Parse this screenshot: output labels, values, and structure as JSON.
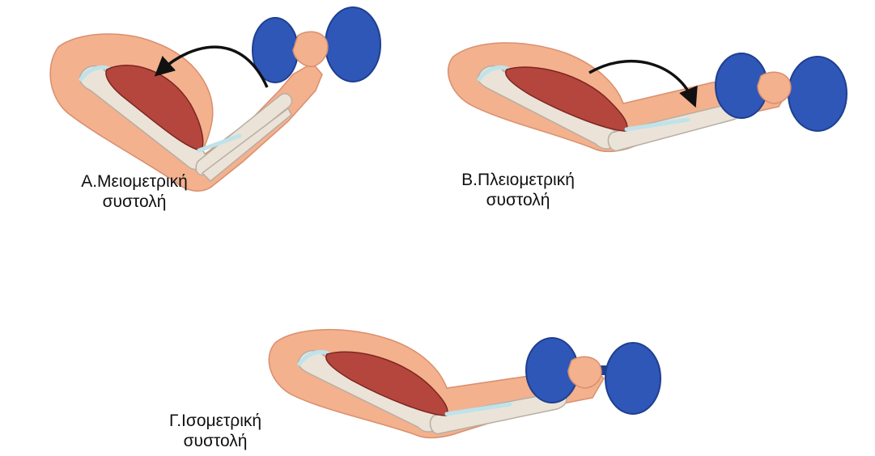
{
  "colors": {
    "skin": "#f3b18e",
    "skin_outline": "#d98f6e",
    "bone": "#ebe3d8",
    "bone_outline": "#b8aea3",
    "muscle": "#b4463e",
    "muscle_dark": "#7d2620",
    "tendon": "#bfe3ea",
    "dumbbell": "#2f57b8",
    "dumbbell_dark": "#1f3f8f",
    "arrow": "#111111"
  },
  "panels": [
    {
      "id": "A",
      "caption_line1": "Α.Μειομετρική",
      "caption_line2": "συστολή",
      "pose": "forearm-raised",
      "arrow": "curl-up",
      "icons": [
        "arm-icon",
        "biceps-muscle-icon",
        "dumbbell-icon",
        "curved-arrow-icon"
      ]
    },
    {
      "id": "B",
      "caption_line1": "Β.Πλειομετρική",
      "caption_line2": "συστολή",
      "pose": "forearm-lowered",
      "arrow": "curl-down",
      "icons": [
        "arm-icon",
        "biceps-muscle-icon",
        "dumbbell-icon",
        "curved-arrow-icon"
      ]
    },
    {
      "id": "C",
      "caption_line1": "Γ.Ισομετρική",
      "caption_line2": "συστολή",
      "pose": "forearm-held",
      "arrow": "none",
      "icons": [
        "arm-icon",
        "biceps-muscle-icon",
        "dumbbell-icon"
      ]
    }
  ]
}
